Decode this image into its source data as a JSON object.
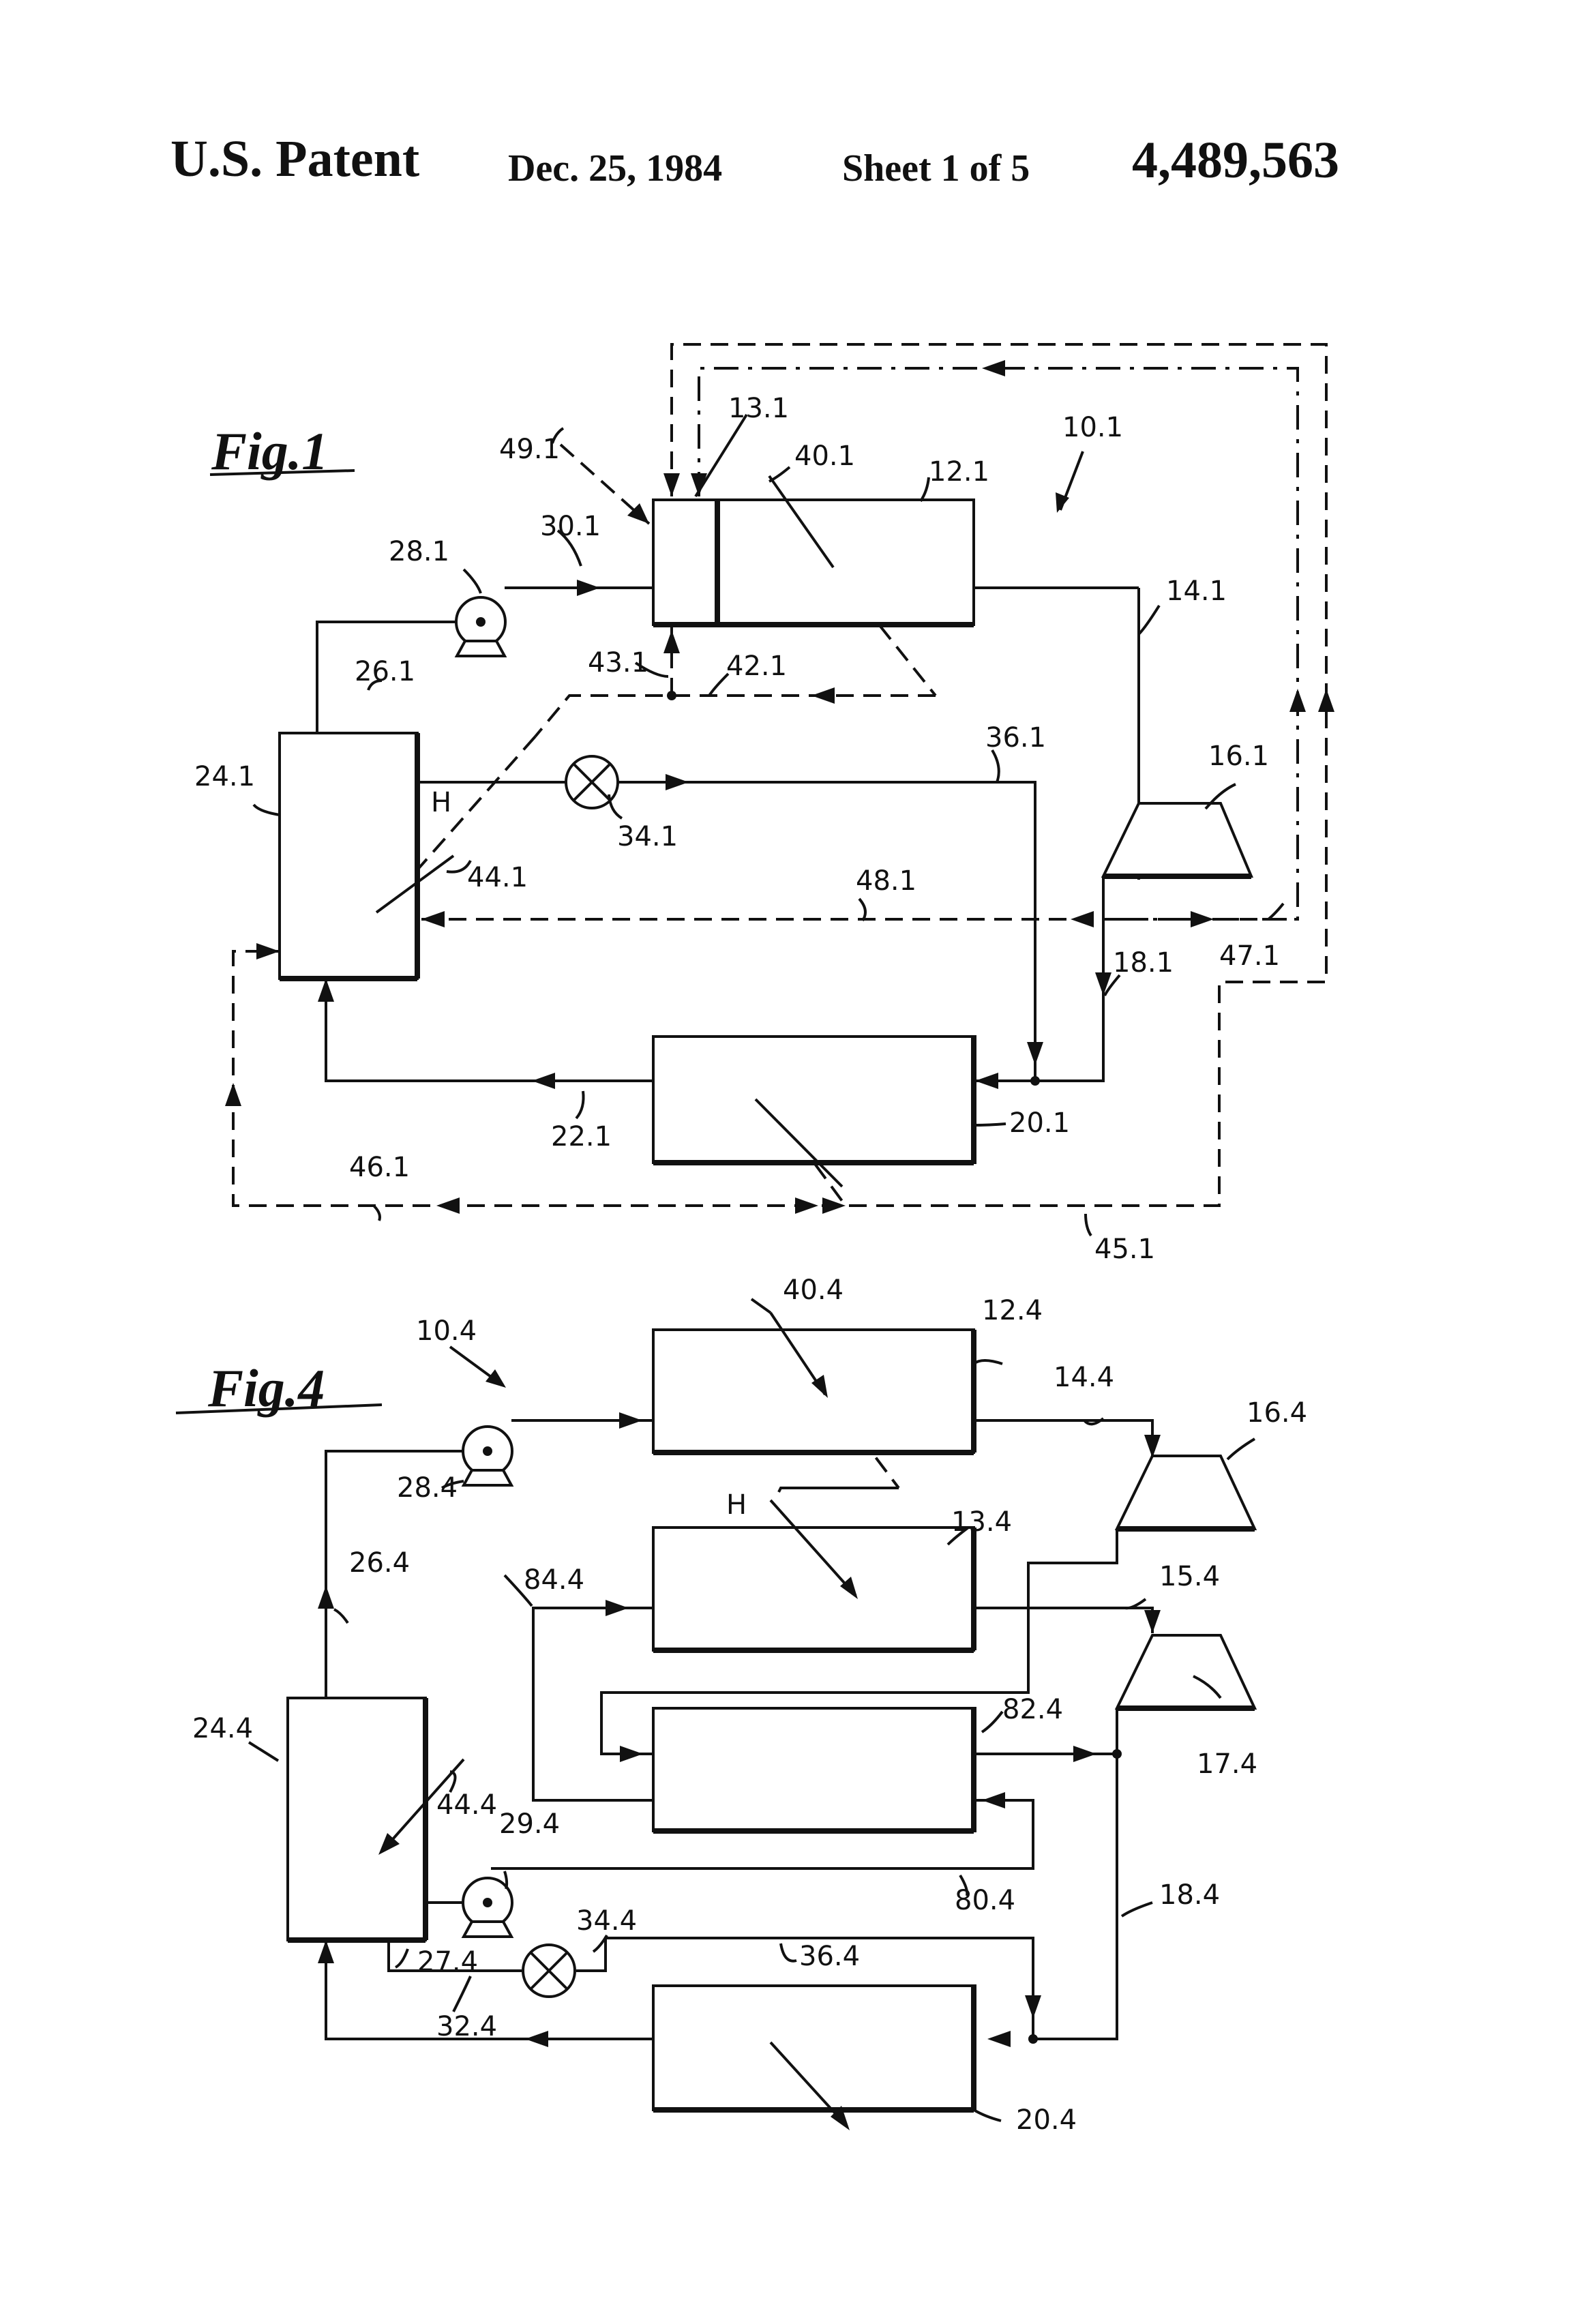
{
  "header": {
    "title": "U.S. Patent",
    "date": "Dec. 25, 1984",
    "sheet": "Sheet 1 of 5",
    "patent_number": "4,489,563"
  },
  "fig1": {
    "title": "Fig.1",
    "labels": {
      "l101": "10.1",
      "l121": "12.1",
      "l131": "13.1",
      "l141": "14.1",
      "l161": "16.1",
      "l181": "18.1",
      "l201": "20.1",
      "l221": "22.1",
      "l241": "24.1",
      "l261": "26.1",
      "l281": "28.1",
      "l301": "30.1",
      "l341": "34.1",
      "l361": "36.1",
      "l401": "40.1",
      "l421": "42.1",
      "l431": "43.1",
      "l441": "44.1",
      "l451": "45.1",
      "l461": "46.1",
      "l471": "47.1",
      "l481": "48.1",
      "l491": "49.1",
      "h": "H"
    }
  },
  "fig4": {
    "title": "Fig.4",
    "labels": {
      "l104": "10.4",
      "l124": "12.4",
      "l134": "13.4",
      "l144": "14.4",
      "l154": "15.4",
      "l164": "16.4",
      "l174": "17.4",
      "l184": "18.4",
      "l204": "20.4",
      "l244": "24.4",
      "l264": "26.4",
      "l274": "27.4",
      "l284": "28.4",
      "l294": "29.4",
      "l324": "32.4",
      "l344": "34.4",
      "l364": "36.4",
      "l404": "40.4",
      "l444": "44.4",
      "l804": "80.4",
      "l824": "82.4",
      "l844": "84.4",
      "h": "H"
    }
  },
  "colors": {
    "ink": "#111111",
    "paper": "#ffffff"
  }
}
